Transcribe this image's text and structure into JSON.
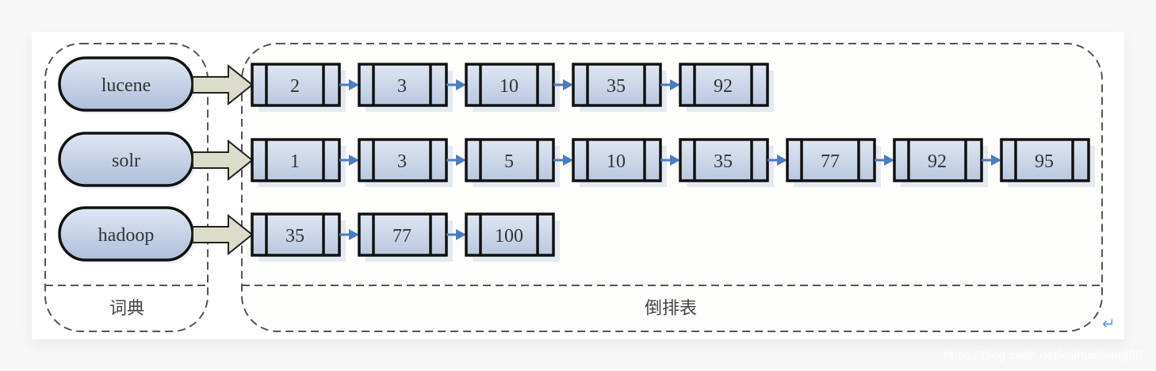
{
  "dictionary": {
    "label": "词典",
    "terms": [
      "lucene",
      "solr",
      "hadoop"
    ]
  },
  "inverted_index": {
    "label": "倒排表",
    "postings": [
      [
        "2",
        "3",
        "10",
        "35",
        "92"
      ],
      [
        "1",
        "3",
        "5",
        "10",
        "35",
        "77",
        "92",
        "95"
      ],
      [
        "35",
        "77",
        "100"
      ]
    ]
  },
  "colors": {
    "node_fill": "#c9d6ea",
    "link_arrow": "#4a7cc0",
    "term_arrow_fill": "#dcdccb",
    "dashed_border": "#555555"
  },
  "watermark": "https://blog.csdn.net/kaihuishang66",
  "return_icon": "return-arrow-icon"
}
